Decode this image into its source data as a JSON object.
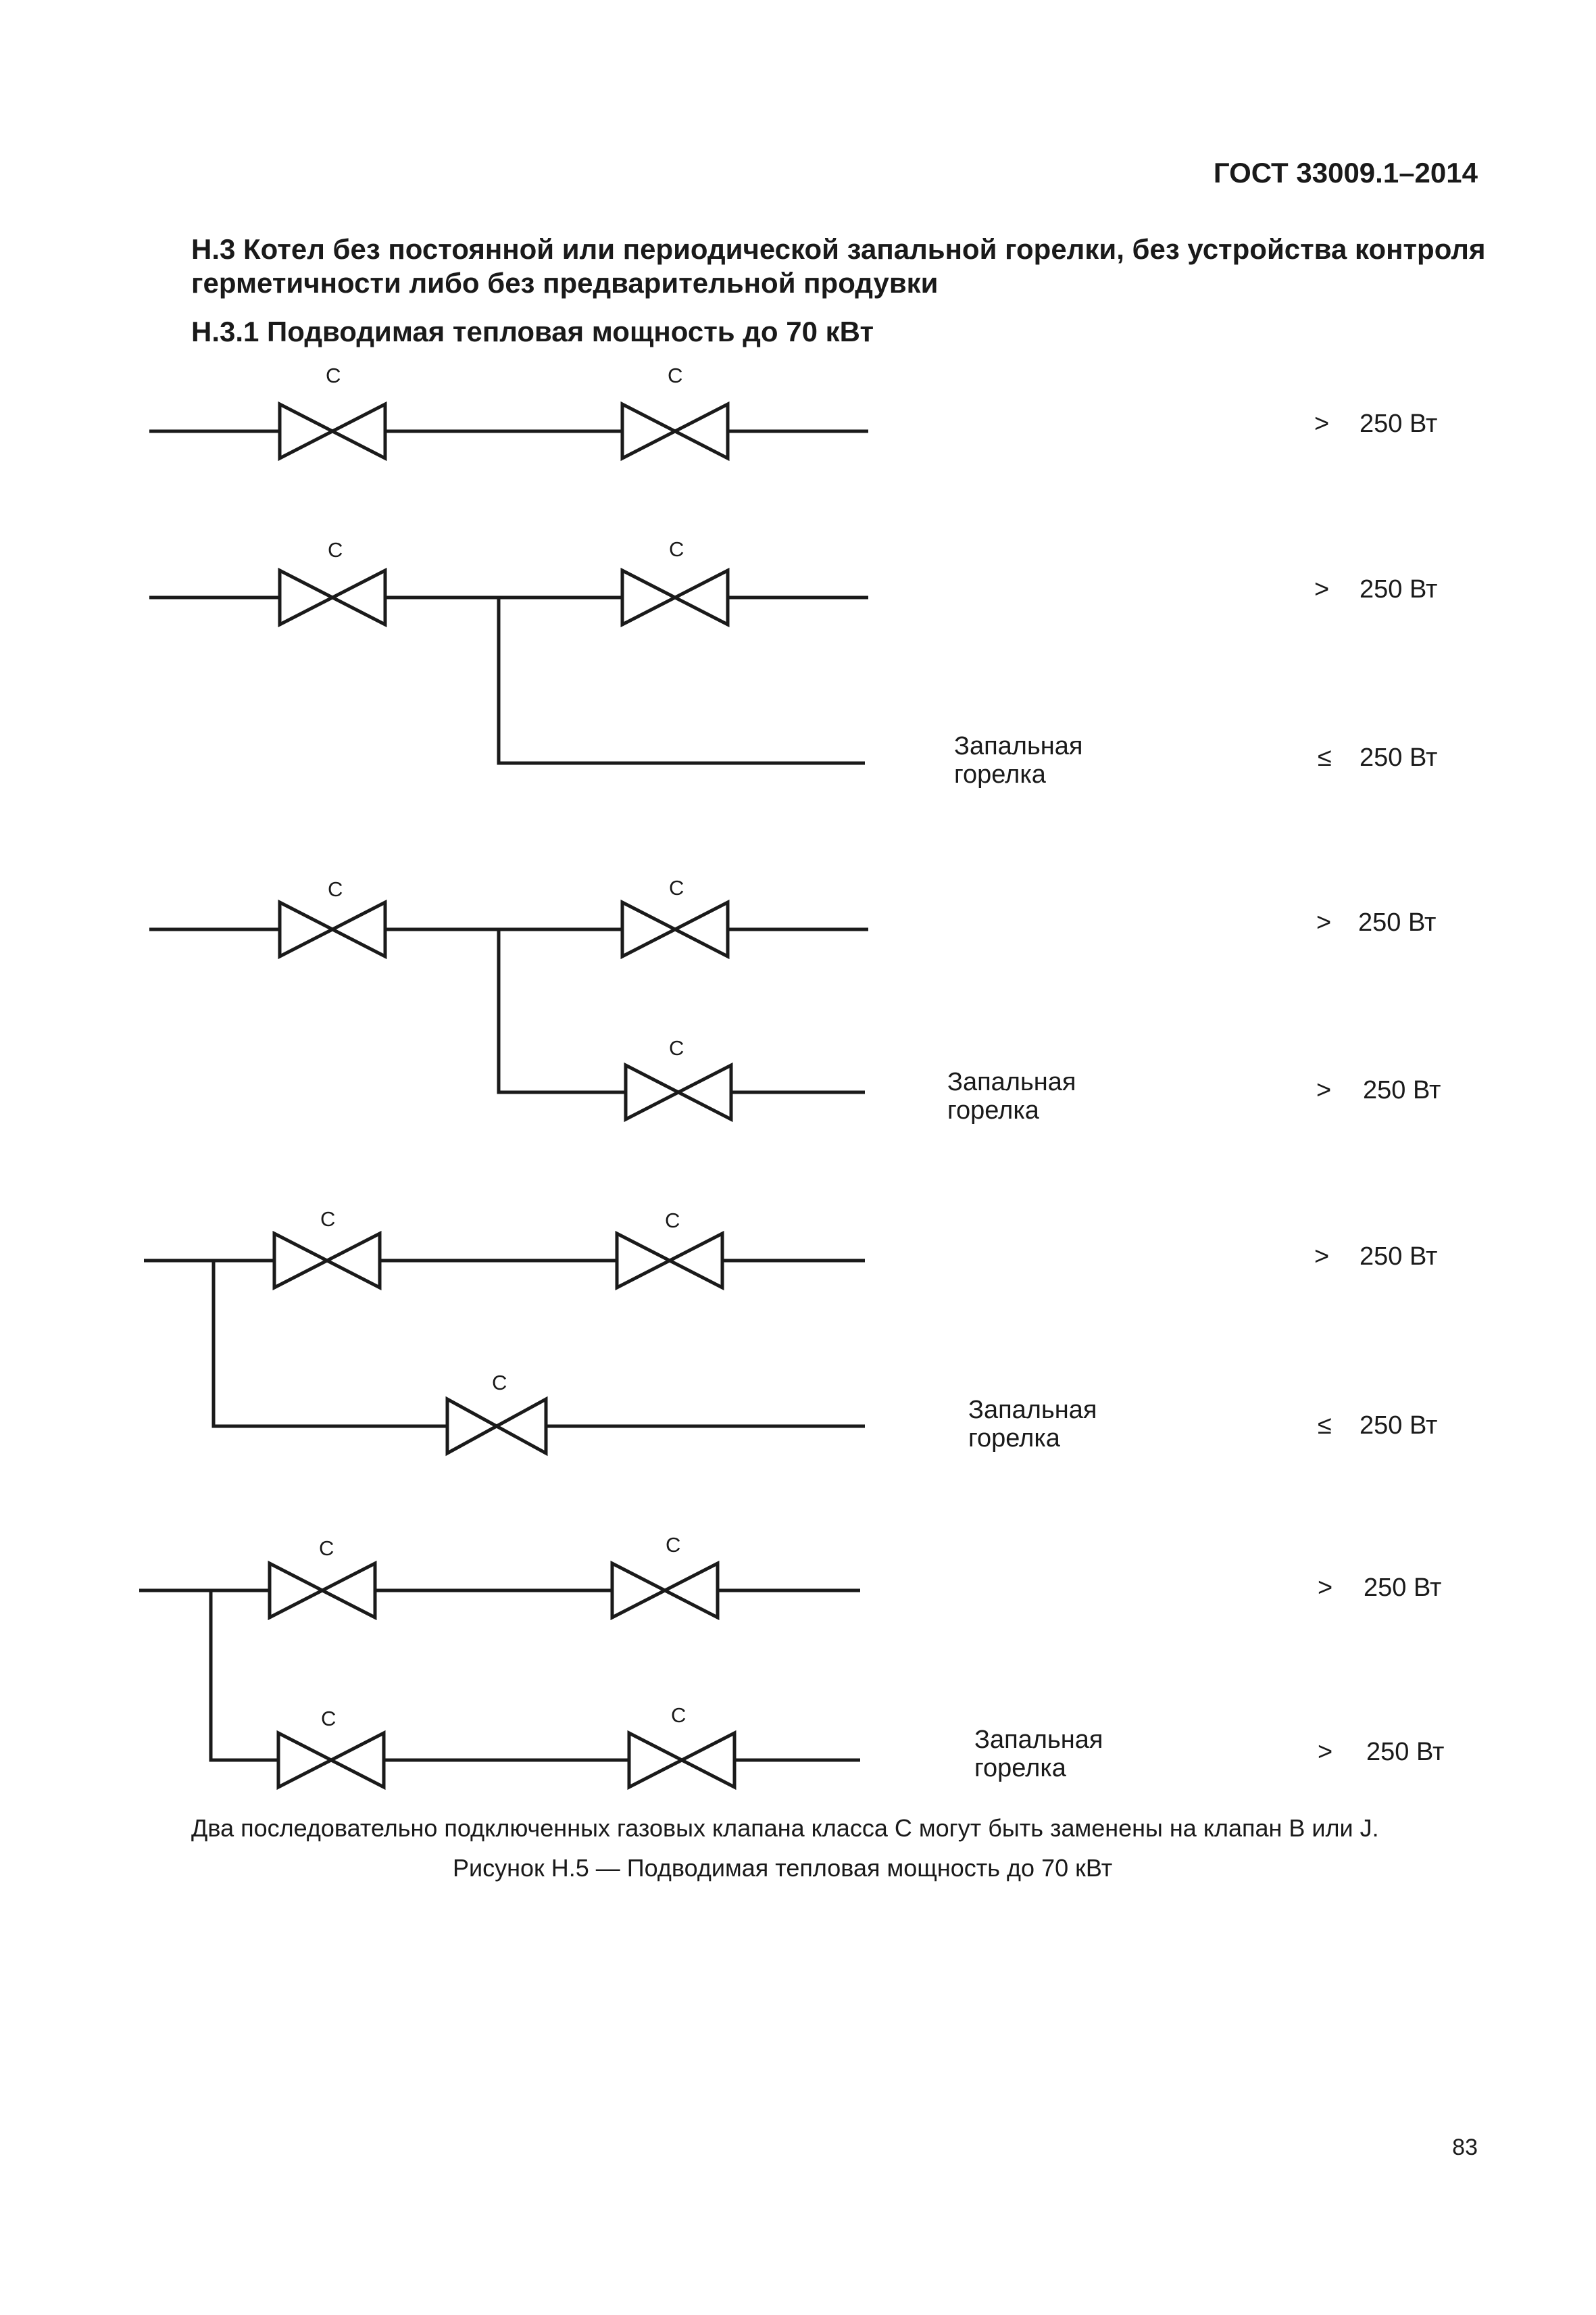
{
  "header": {
    "standard": "ГОСТ 33009.1–2014"
  },
  "section": {
    "heading_line1": "Н.3 Котел без постоянной или периодической запальной горелки, без устройства контроля",
    "heading_line2": "герметичности либо без предварительной продувки",
    "subheading": "Н.3.1 Подводимая тепловая мощность до 70 кВт"
  },
  "valve_label": "C",
  "schemes": [
    {
      "id": "1",
      "main": {
        "sign": ">",
        "power": "250 Вт"
      }
    },
    {
      "id": "2",
      "main": {
        "sign": ">",
        "power": "250 Вт"
      },
      "pilot": {
        "label": "Запальная горелка",
        "sign": "≤",
        "power": "250 Вт"
      }
    },
    {
      "id": "3",
      "main": {
        "sign": ">",
        "power": "250 Вт"
      },
      "pilot": {
        "label": "Запальная горелка",
        "sign": ">",
        "power": "250 Вт"
      }
    },
    {
      "id": "4",
      "main": {
        "sign": ">",
        "power": "250 Вт"
      },
      "pilot": {
        "label": "Запальная горелка",
        "sign": "≤",
        "power": "250 Вт"
      }
    },
    {
      "id": "5",
      "main": {
        "sign": ">",
        "power": "250 Вт"
      },
      "pilot": {
        "label": "Запальная горелка",
        "sign": ">",
        "power": "250 Вт"
      }
    }
  ],
  "note": "Два последовательно подключенных газовых клапана класса C могут быть заменены на клапан B или J.",
  "figure_caption": "Рисунок Н.5 — Подводимая тепловая мощность до 70 кВт",
  "page_number": "83"
}
